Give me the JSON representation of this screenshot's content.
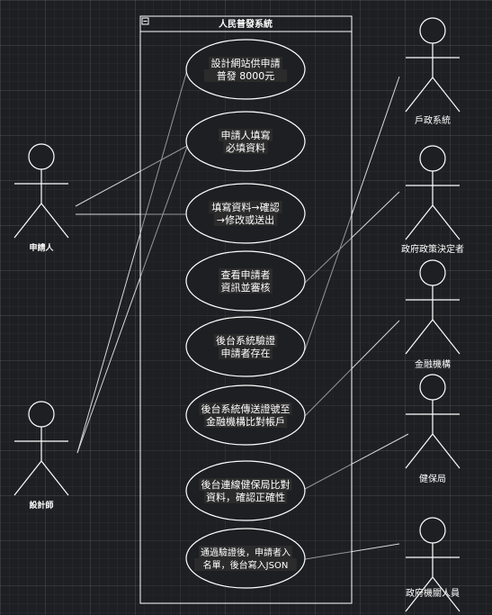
{
  "system": {
    "title": "人民普發系統",
    "collapse_icon": "minus-icon"
  },
  "use_cases": [
    {
      "id": "uc1",
      "lines": [
        "設計網站供申請",
        "普發 8000元"
      ]
    },
    {
      "id": "uc2",
      "lines": [
        "申請人填寫",
        "必填資料"
      ]
    },
    {
      "id": "uc3",
      "lines": [
        "填寫資料→確認",
        "→修改或送出"
      ]
    },
    {
      "id": "uc4",
      "lines": [
        "查看申請者",
        "資訊並審核"
      ]
    },
    {
      "id": "uc5",
      "lines": [
        "後台系統驗證",
        "申請者存在"
      ]
    },
    {
      "id": "uc6",
      "lines": [
        "後台系統傳送證號至",
        "金融機構比對帳戶"
      ]
    },
    {
      "id": "uc7",
      "lines": [
        "後台連線健保局比對",
        "資料，確認正確性"
      ]
    },
    {
      "id": "uc8",
      "lines": [
        "通過驗證後，申請者入",
        "名單，後台寫入JSON"
      ]
    }
  ],
  "actors": [
    {
      "id": "applicant",
      "name": "申請人"
    },
    {
      "id": "designer",
      "name": "設計師"
    },
    {
      "id": "household",
      "name": "戶政系統"
    },
    {
      "id": "policy",
      "name": "政府政策決定者"
    },
    {
      "id": "bank",
      "name": "金融機構"
    },
    {
      "id": "nhi",
      "name": "健保局"
    },
    {
      "id": "staff",
      "name": "政府機關人員"
    }
  ],
  "associations": [
    [
      "applicant",
      "uc2"
    ],
    [
      "applicant",
      "uc3"
    ],
    [
      "designer",
      "uc1"
    ],
    [
      "designer",
      "uc2"
    ],
    [
      "household",
      "uc5"
    ],
    [
      "policy",
      "uc4"
    ],
    [
      "bank",
      "uc6"
    ],
    [
      "nhi",
      "uc7"
    ],
    [
      "staff",
      "uc8"
    ]
  ],
  "colors": {
    "line": "#d8d8d8",
    "stroke": "#ffffff",
    "background": "#1e1f22",
    "fill": "#1e1f22"
  }
}
